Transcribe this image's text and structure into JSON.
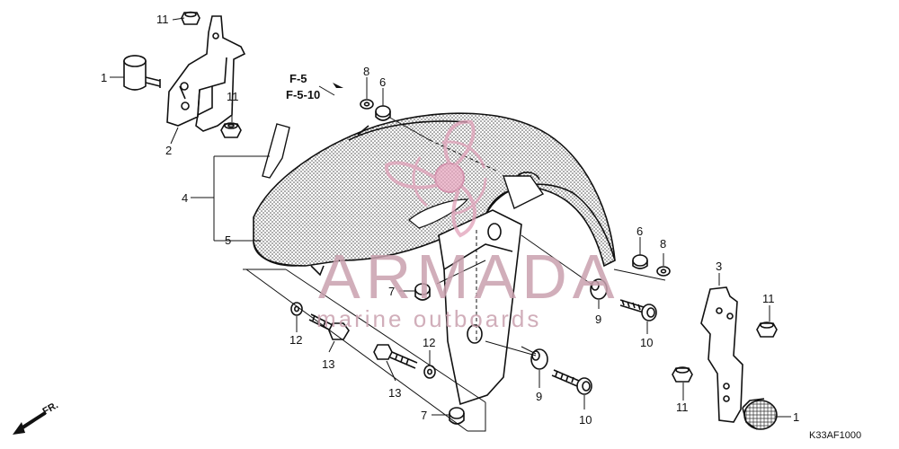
{
  "diagram": {
    "code": "K33AF1000",
    "direction_label": "FR.",
    "references": [
      "F-5",
      "F-5-10"
    ],
    "callouts": {
      "c1a": "1",
      "c1b": "1",
      "c2": "2",
      "c3": "3",
      "c4": "4",
      "c5": "5",
      "c6a": "6",
      "c6b": "6",
      "c7a": "7",
      "c7b": "7",
      "c8a": "8",
      "c8b": "8",
      "c9a": "9",
      "c9b": "9",
      "c10a": "10",
      "c10b": "10",
      "c11a": "11",
      "c11b": "11",
      "c11c": "11",
      "c11d": "11",
      "c12a": "12",
      "c12b": "12",
      "c13a": "13",
      "c13b": "13"
    }
  },
  "watermark": {
    "title": "ARMADA",
    "subtitle": "marine outboards",
    "brand_color": "#c9a1ae"
  }
}
